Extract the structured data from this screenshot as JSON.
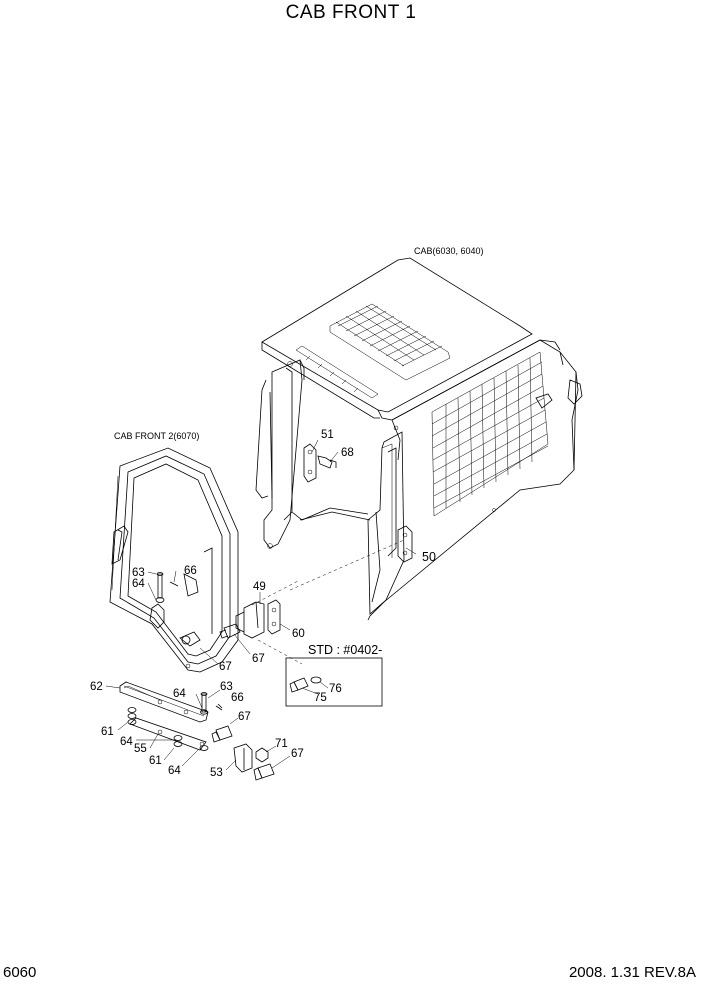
{
  "title": "CAB FRONT 1",
  "captions": {
    "cab": "CAB(6030, 6040)",
    "cab_front_2": "CAB FRONT 2(6070)",
    "std": "STD : #0402-"
  },
  "part_labels": {
    "p49": "49",
    "p50": "50",
    "p51": "51",
    "p53": "53",
    "p55": "55",
    "p60": "60",
    "p61a": "61",
    "p61b": "61",
    "p62": "62",
    "p63a": "63",
    "p63b": "63",
    "p64a": "64",
    "p64b": "64",
    "p64c": "64",
    "p64d": "64",
    "p66a": "66",
    "p66b": "66",
    "p67a": "67",
    "p67b": "67",
    "p67c": "67",
    "p67d": "67",
    "p68": "68",
    "p71": "71",
    "p75": "75",
    "p76": "76"
  },
  "footer": {
    "page_code": "6060",
    "date_rev": "2008. 1.31  REV.8A"
  }
}
